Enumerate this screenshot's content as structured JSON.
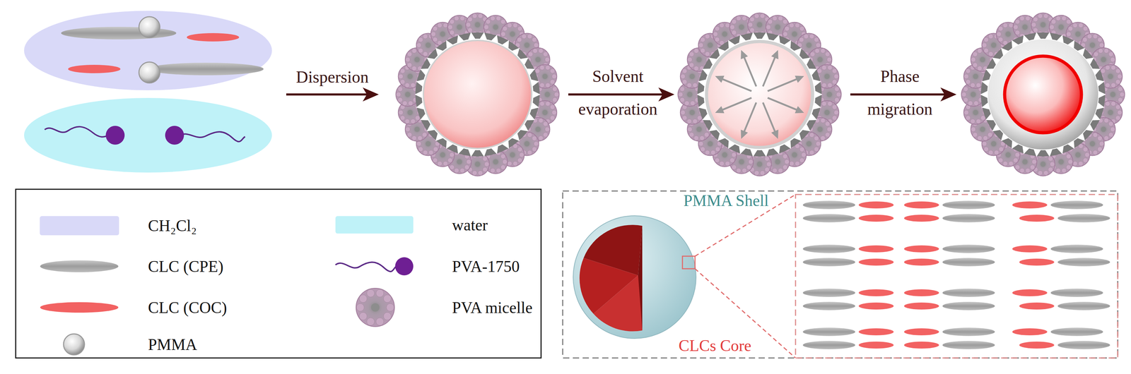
{
  "diagram": {
    "labels": [
      "Dispersion",
      "Solvent evaporation",
      "Phase migration",
      "PMMA Shell",
      "CLCs Core"
    ],
    "legend": [
      {
        "text": "CH₂Cl₂",
        "color": "#d9d9f8"
      },
      {
        "text": "water",
        "color": "#bff2f8"
      },
      {
        "text": "CLC (CPE)"
      },
      {
        "text": "PVA-1750"
      },
      {
        "text": "CLC (COC)"
      },
      {
        "text": "PVA micelle"
      },
      {
        "text": "PMMA"
      }
    ]
  }
}
